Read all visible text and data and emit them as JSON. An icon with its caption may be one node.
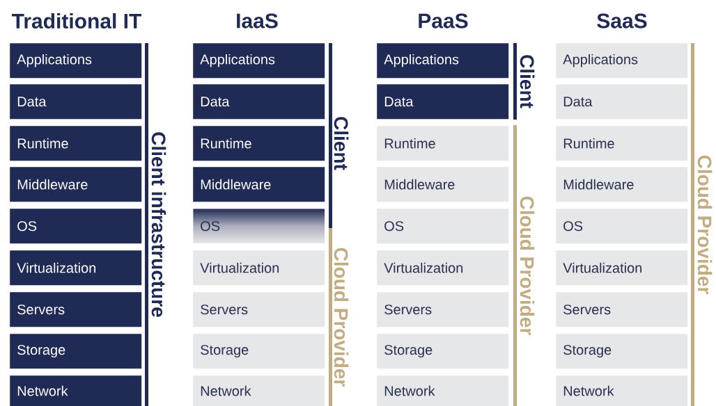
{
  "diagram": {
    "nodes": [
      {
        "text": [
          "Applications"
        ]
      },
      {
        "text": [
          "Data"
        ]
      },
      {
        "text": [
          "Runtime"
        ]
      },
      {
        "text": [
          "Middleware"
        ]
      },
      {
        "text": [
          "OS"
        ]
      },
      {
        "text": [
          "Virtualization"
        ]
      },
      {
        "text": [
          "Servers"
        ]
      },
      {
        "text": [
          "Storage"
        ]
      },
      {
        "text": [
          "Network"
        ]
      },
      {
        "text": [
          "Applications"
        ]
      },
      {
        "text": [
          "Data"
        ]
      },
      {
        "text": [
          "Runtime"
        ]
      },
      {
        "text": [
          "Middleware"
        ]
      },
      {
        "text": [
          "OS"
        ]
      },
      {
        "text": [
          "Virtualization"
        ]
      },
      {
        "text": [
          "Servers"
        ]
      },
      {
        "text": [
          "Storage"
        ]
      },
      {
        "text": [
          "Network"
        ]
      },
      {
        "text": [
          "Applications"
        ]
      },
      {
        "text": [
          "Data"
        ]
      },
      {
        "text": [
          "Runtime"
        ]
      },
      {
        "text": [
          "Middleware"
        ]
      },
      {
        "text": [
          "OS"
        ]
      },
      {
        "text": [
          "Virtualization"
        ]
      },
      {
        "text": [
          "Servers"
        ]
      },
      {
        "text": [
          "Storage"
        ]
      },
      {
        "text": [
          "Network"
        ]
      },
      {
        "text": [
          "Applications"
        ]
      },
      {
        "text": [
          "Data"
        ]
      },
      {
        "text": [
          "Runtime"
        ]
      },
      {
        "text": [
          "Middleware"
        ]
      },
      {
        "text": [
          "OS"
        ]
      },
      {
        "text": [
          "Virtualization"
        ]
      },
      {
        "text": [
          "Servers"
        ]
      },
      {
        "text": [
          "Storage"
        ]
      },
      {
        "text": [
          "Network"
        ]
      }
    ],
    "labels": [
      "Traditional IT",
      "IaaS",
      "PaaS",
      "SaaS",
      "Client infrastructure",
      "Client",
      "Cloud Provider",
      "Client",
      "Cloud Provider",
      "Cloud Provider"
    ]
  }
}
